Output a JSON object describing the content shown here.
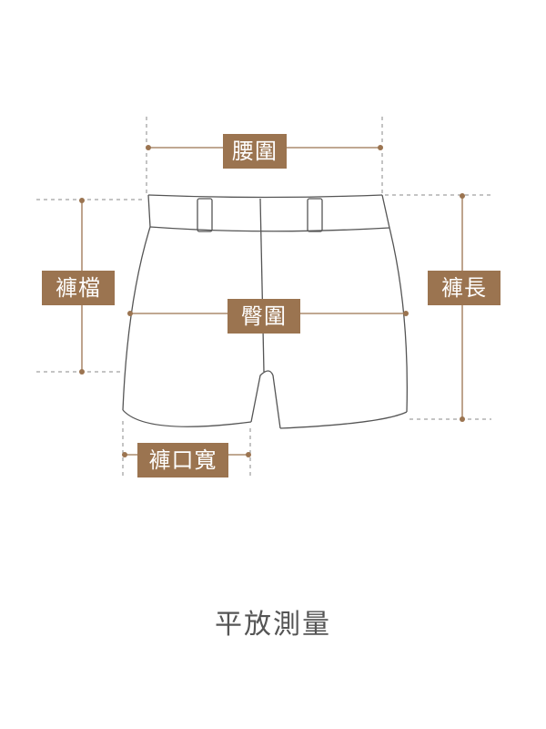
{
  "labels": {
    "waist": "腰圍",
    "rise": "褲檔",
    "hip": "臀圍",
    "length": "褲長",
    "leg_opening": "褲口寬"
  },
  "caption": "平放測量",
  "colors": {
    "label_bg": "#9b7450",
    "label_text": "#ffffff",
    "outline": "#555555",
    "guide": "#888888",
    "measure": "#9b7450",
    "caption": "#555555"
  }
}
